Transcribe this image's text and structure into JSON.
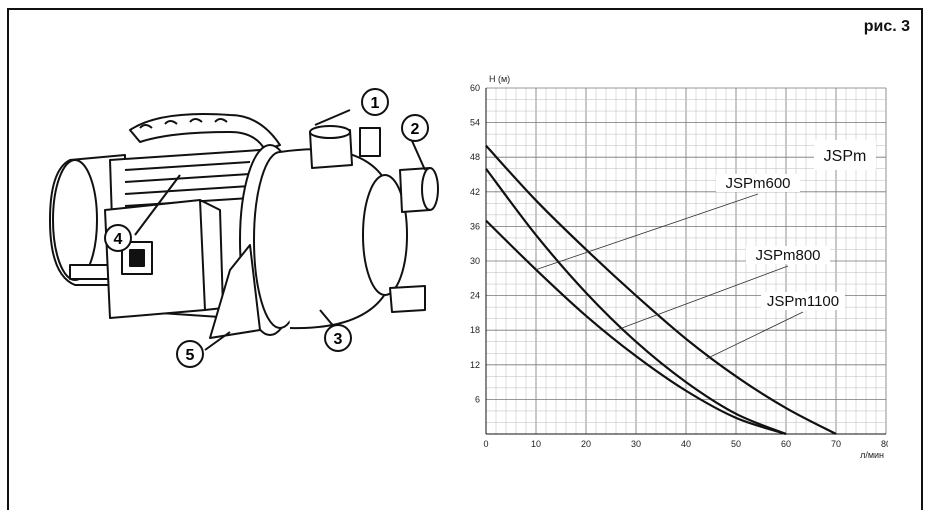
{
  "figure_label": "рис. 3",
  "pump": {
    "callouts": [
      "1",
      "2",
      "3",
      "4",
      "5"
    ]
  },
  "chart_data": {
    "type": "line",
    "title": "JSPm",
    "xlabel": "л/мин",
    "ylabel": "H (м)",
    "xlim": [
      0,
      80
    ],
    "ylim": [
      0,
      60
    ],
    "x_ticks": [
      "0",
      "10",
      "20",
      "30",
      "40",
      "50",
      "60",
      "70",
      "80"
    ],
    "y_ticks": [
      "6",
      "12",
      "18",
      "24",
      "30",
      "36",
      "42",
      "48",
      "54",
      "60"
    ],
    "grid": true,
    "series": [
      {
        "name": "JSPm600",
        "x": [
          0,
          10,
          20,
          30,
          40,
          50,
          60
        ],
        "y": [
          37,
          28.5,
          20.5,
          13.5,
          7.5,
          2.8,
          0
        ]
      },
      {
        "name": "JSPm800",
        "x": [
          0,
          10,
          20,
          30,
          40,
          50,
          60
        ],
        "y": [
          46,
          34.5,
          24.5,
          16,
          9,
          3.5,
          0
        ]
      },
      {
        "name": "JSPm1100",
        "x": [
          0,
          10,
          20,
          30,
          40,
          50,
          60,
          70
        ],
        "y": [
          50,
          40.5,
          32,
          24,
          16.5,
          10,
          4.5,
          0
        ]
      }
    ]
  }
}
